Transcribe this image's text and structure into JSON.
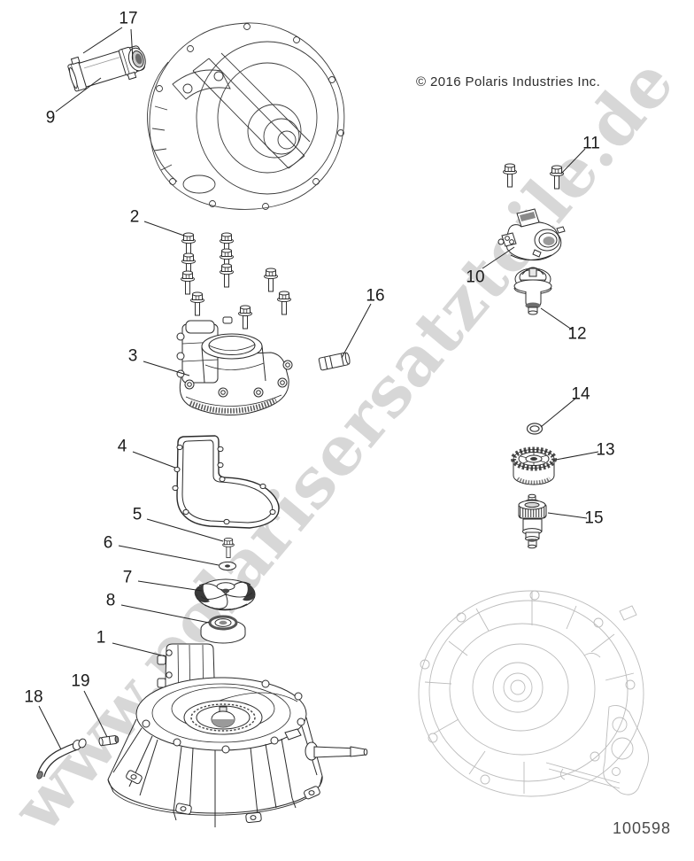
{
  "figure": {
    "copyright": "© 2016 Polaris Industries Inc.",
    "drawing_number": "100598",
    "watermark": "www.polarisersatzteile.de"
  },
  "callouts": [
    {
      "label": "1"
    },
    {
      "label": "2"
    },
    {
      "label": "3"
    },
    {
      "label": "4"
    },
    {
      "label": "5"
    },
    {
      "label": "6"
    },
    {
      "label": "7"
    },
    {
      "label": "8"
    },
    {
      "label": "9"
    },
    {
      "label": "10"
    },
    {
      "label": "11"
    },
    {
      "label": "12"
    },
    {
      "label": "13"
    },
    {
      "label": "14"
    },
    {
      "label": "15"
    },
    {
      "label": "16"
    },
    {
      "label": "17"
    },
    {
      "label": "18"
    },
    {
      "label": "19"
    }
  ]
}
